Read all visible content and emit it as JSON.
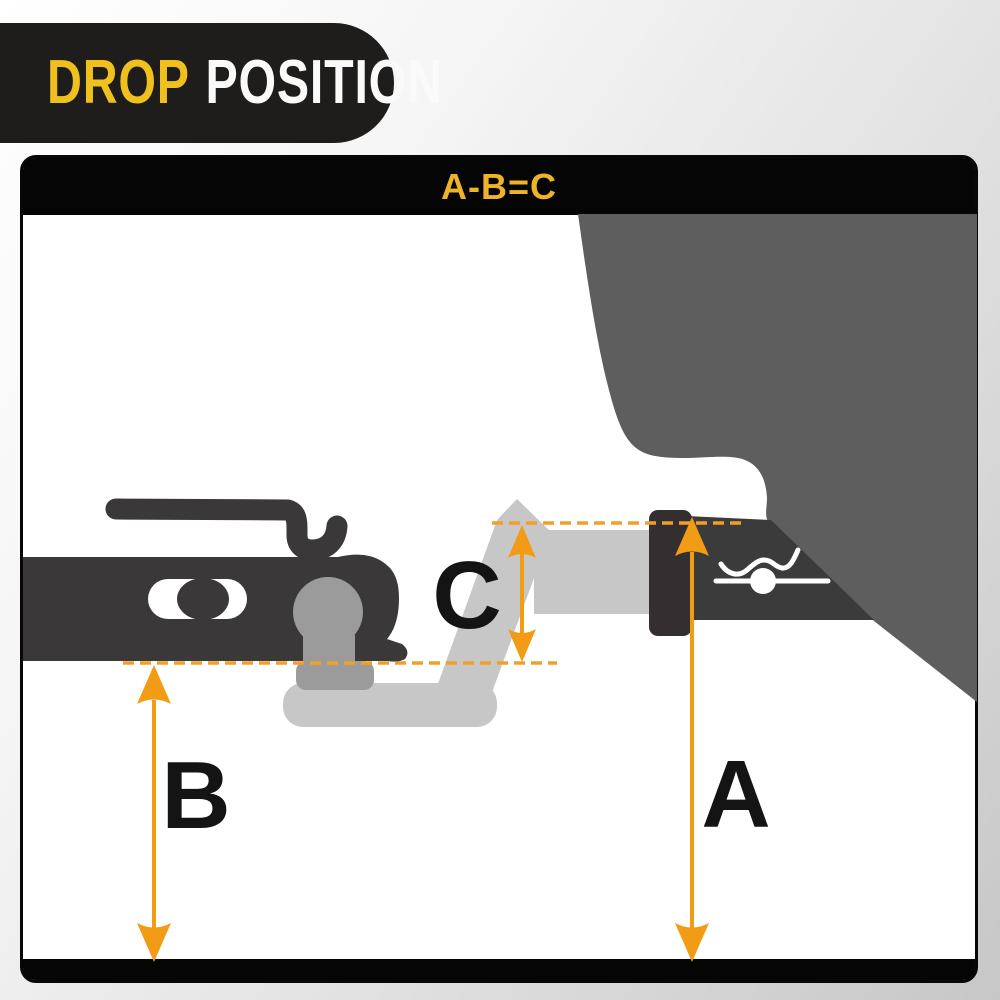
{
  "banner": {
    "highlight": "DROP",
    "rest": "POSITION"
  },
  "diagram": {
    "formula": "A-B=C",
    "labels": {
      "a": "A",
      "b": "B",
      "c": "C"
    },
    "parts": {
      "vehicle": "vehicle rear silhouette",
      "receiver": "receiver tube on vehicle",
      "shank": "drop ball mount shank",
      "coupler": "trailer coupler with hitch ball",
      "pin_icon": "hitch-pin-clip-icon"
    }
  },
  "colors": {
    "banner_background": "#1f1d1b",
    "banner_yellow": "#f0c01f",
    "formula_gold": "#efb327",
    "arrow_orange": "#f29c15",
    "dash_orange": "#f0a028",
    "vehicle_gray": "#5e5e5e",
    "hitch_dark": "#3b383a",
    "collar_dark": "#332f30",
    "ball_gray": "#9b9b9b",
    "shank_gray": "#c8c7c7",
    "frame_black": "#070707"
  }
}
